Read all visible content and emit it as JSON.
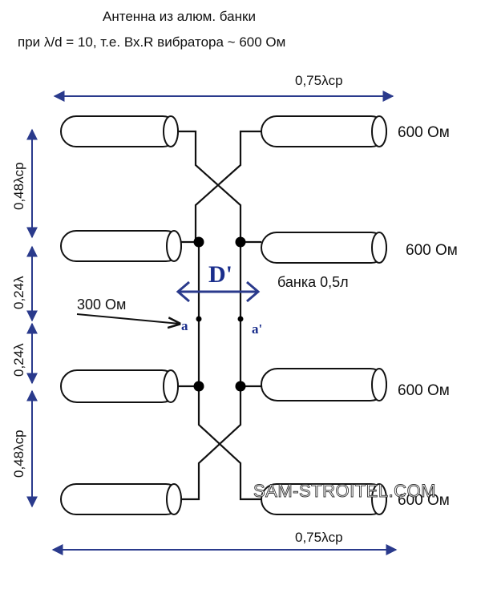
{
  "title_line1": "Антенна из алюм. банки",
  "title_line2": "при λ/d = 10, т.е.  Вх.R вибратора ~ 600 Ом",
  "dimensions": {
    "top_width": "0,75λср",
    "bottom_width": "0,75λср",
    "left_spacing_1": "0,48λср",
    "left_spacing_2": "0,24λ",
    "left_spacing_3": "0,24λ",
    "left_spacing_4": "0,48λср"
  },
  "impedances": {
    "row1": "600 Ом",
    "row2": "600 Ом",
    "row3": "600 Ом",
    "row4": "600 Ом",
    "feed": "300 Ом"
  },
  "gap_label": "D'",
  "can_label": "банка 0,5л",
  "feed_point_a": "a",
  "feed_point_a_prime": "a'",
  "watermark": "SAM-STROITEL.COM",
  "colors": {
    "line": "#111111",
    "dimension_arrows": "#2a3a8c",
    "gap_label": "#1a2e8c"
  }
}
